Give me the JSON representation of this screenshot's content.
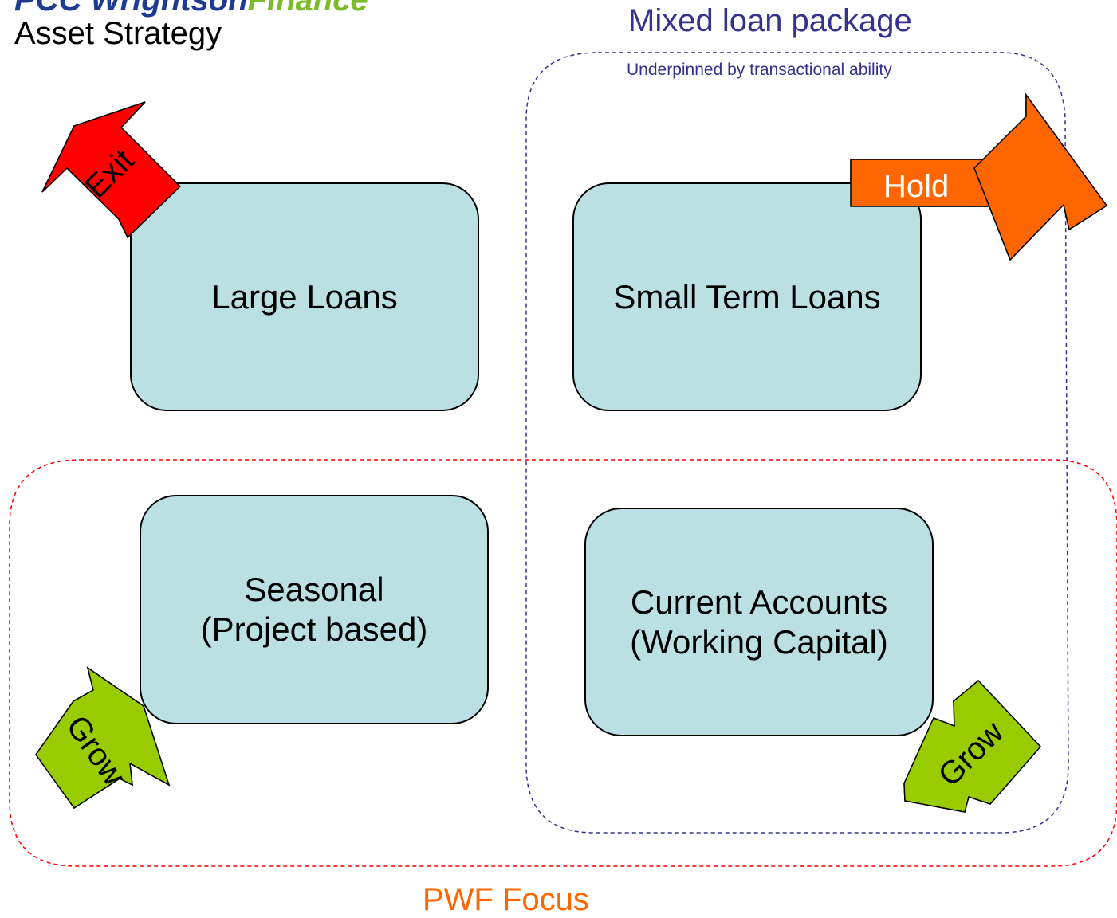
{
  "header": {
    "logo_part1": "PCC Wrightson",
    "logo_part2": "Finance",
    "title": "Asset Strategy"
  },
  "groups": {
    "mixed_package": {
      "title": "Mixed loan package",
      "subtitle": "Underpinned by transactional ability",
      "color": "#33338f"
    },
    "pwf_focus": {
      "title": "PWF Focus",
      "color": "#ff6600",
      "border_color": "#ff0000"
    }
  },
  "boxes": {
    "large_loans": {
      "label": "Large Loans"
    },
    "small_term_loans": {
      "label": "Small Term Loans"
    },
    "seasonal": {
      "line1": "Seasonal",
      "line2": "(Project based)"
    },
    "current_accounts": {
      "line1": "Current Accounts",
      "line2": "(Working Capital)"
    },
    "fill_color": "#bbe0e3"
  },
  "arrows": {
    "exit": {
      "label": "Exit",
      "color": "#ff0000"
    },
    "hold": {
      "label": "Hold",
      "color": "#ff6600"
    },
    "grow_seasonal": {
      "label": "Grow",
      "color": "#99cc00"
    },
    "grow_current": {
      "label": "Grow",
      "color": "#99cc00"
    }
  }
}
